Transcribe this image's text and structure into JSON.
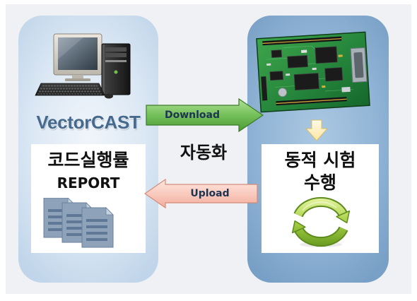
{
  "colors": {
    "frame": "#eff1f4",
    "left_panel": "#d4e4f2",
    "right_panel": "#8fb3d6",
    "logo": "#456a8d",
    "download_arrow": "#6ec052",
    "upload_arrow": "#f7bcae",
    "flow_arrow": "#ffefb8",
    "label_text": "#1d3552"
  },
  "left_panel": {
    "computer_icon": "desktop-computer-icon",
    "logo_text": "VectorCAST",
    "report_box": {
      "title": "코드실행률",
      "subtitle": "REPORT",
      "icon": "documents-icon"
    }
  },
  "right_panel": {
    "board_icon": "circuit-board-icon",
    "flow_icon": "down-arrow-icon",
    "test_box": {
      "title_line1": "동적 시험",
      "title_line2": "수행",
      "icon": "refresh-cycle-icon"
    }
  },
  "center": {
    "automation_label": "자동화",
    "download_arrow": {
      "label": "Download",
      "icon": "right-arrow-icon"
    },
    "upload_arrow": {
      "label": "Upload",
      "icon": "left-arrow-icon"
    }
  }
}
